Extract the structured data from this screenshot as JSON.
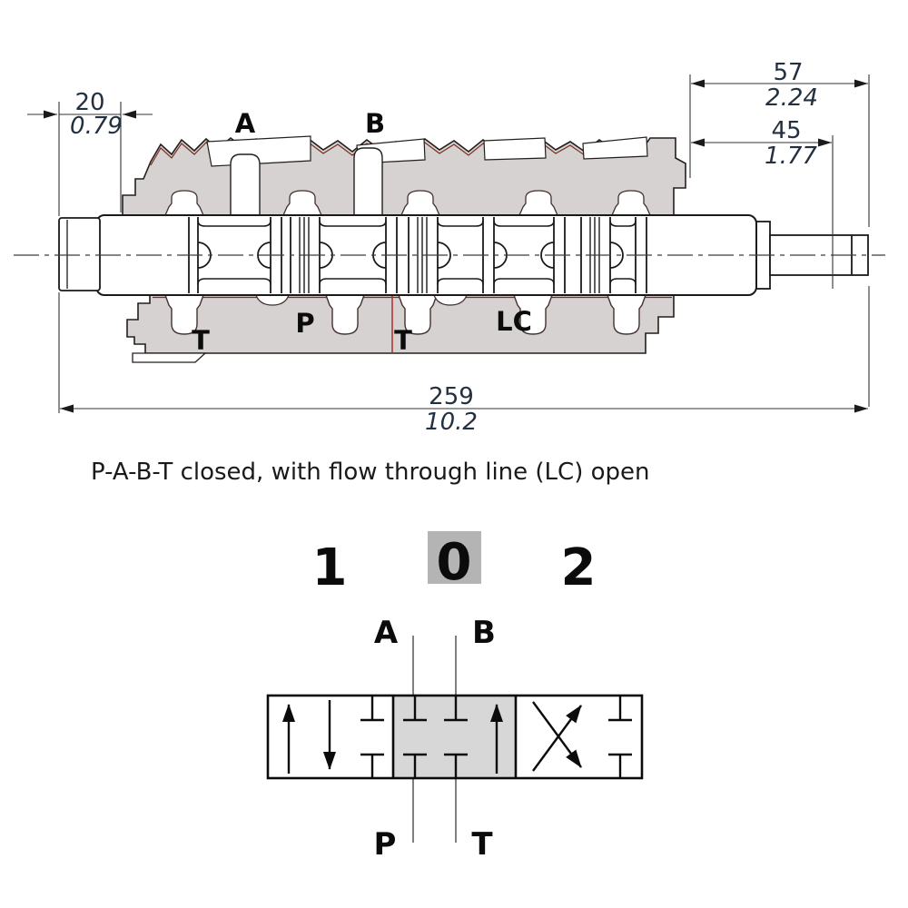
{
  "drawing": {
    "port_labels": {
      "a": "A",
      "b": "B",
      "t_left": "T",
      "p": "P",
      "t_mid": "T",
      "lc": "LC"
    },
    "dims": {
      "d20": {
        "mm": "20",
        "inch": "0.79"
      },
      "d57": {
        "mm": "57",
        "inch": "2.24"
      },
      "d45": {
        "mm": "45",
        "inch": "1.77"
      },
      "d259": {
        "mm": "259",
        "inch": "10.2"
      }
    }
  },
  "caption": {
    "text": "P-A-B-T closed, with flow through line (LC) open"
  },
  "symbol": {
    "positions": {
      "p1": "1",
      "p0": "0",
      "p2": "2"
    },
    "ports": {
      "a": "A",
      "b": "B",
      "p": "P",
      "t": "T"
    }
  },
  "colors": {
    "body_fill": "#d5d2d1",
    "outline": "#241f1d",
    "red_accent": "#7c2e22",
    "red_line": "#b23430",
    "dim_color": "#223040",
    "symbol_center_fill": "#d7d7d7",
    "zero_box_fill": "#b4b4b4"
  }
}
